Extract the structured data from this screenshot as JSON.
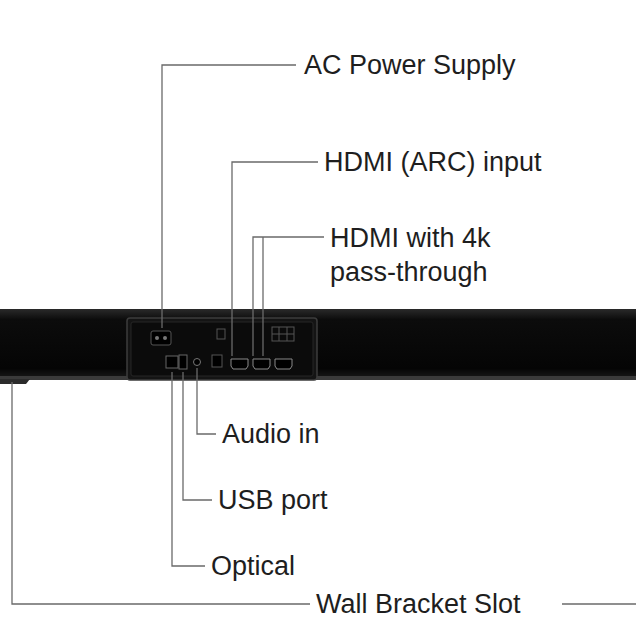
{
  "diagram": {
    "labels": [
      "AC Power Supply",
      "HDMI (ARC) input",
      "HDMI with 4k pass-through",
      "Audio in",
      "USB port",
      "Optical",
      "Wall Bracket Slot"
    ]
  }
}
